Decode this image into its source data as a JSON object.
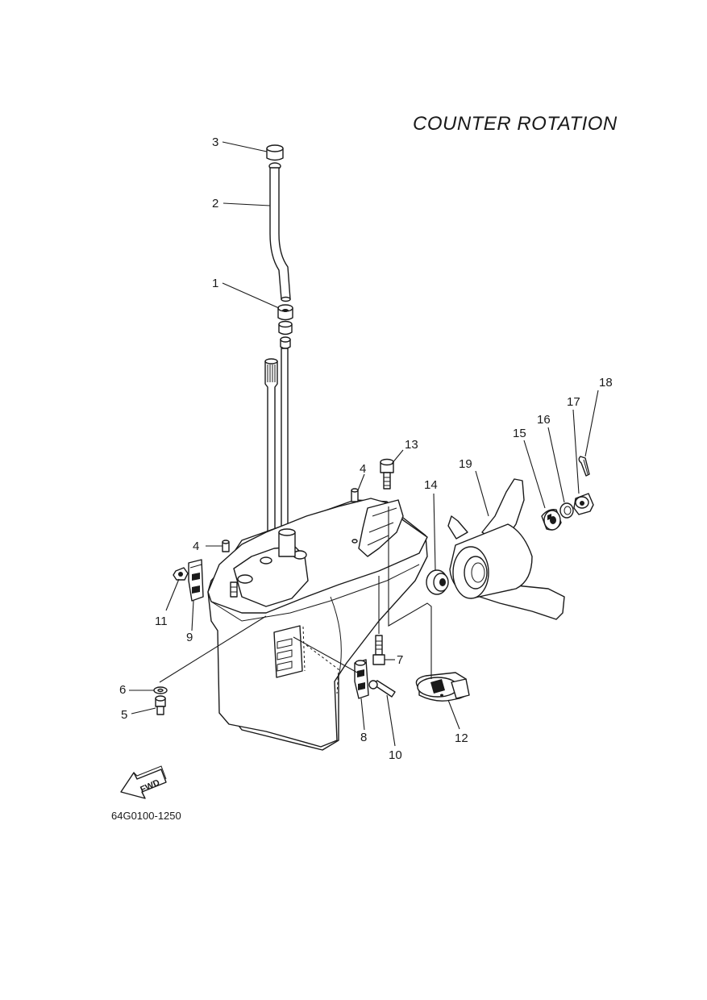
{
  "title": "COUNTER  ROTATION",
  "drawing_code": "64G0100-1250",
  "fwd_label": "FWD",
  "callouts": {
    "c1": "1",
    "c2": "2",
    "c3": "3",
    "c4a": "4",
    "c4b": "4",
    "c5": "5",
    "c6": "6",
    "c7": "7",
    "c8": "8",
    "c9": "9",
    "c10": "10",
    "c11": "11",
    "c12": "12",
    "c13": "13",
    "c14": "14",
    "c15": "15",
    "c16": "16",
    "c17": "17",
    "c18": "18",
    "c19": "19"
  },
  "icons": {
    "fwd_arrow": "fwd-arrow-icon"
  }
}
